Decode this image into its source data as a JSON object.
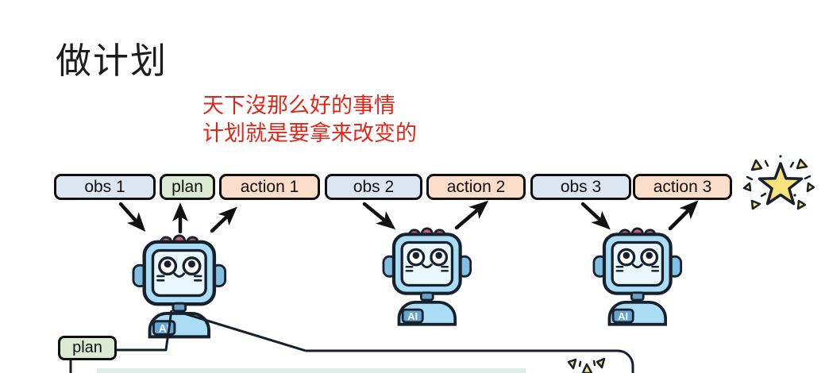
{
  "slide": {
    "title": "做计划",
    "annotation": {
      "lines": [
        "天下沒那么好的事情",
        "计划就是要拿来改变的"
      ],
      "color": "#e02619"
    }
  },
  "sequence": {
    "boxes": [
      {
        "label": "obs 1",
        "type": "obs"
      },
      {
        "label": "plan",
        "type": "plan"
      },
      {
        "label": "action 1",
        "type": "action"
      },
      {
        "label": "obs 2",
        "type": "obs"
      },
      {
        "label": "action 2",
        "type": "action"
      },
      {
        "label": "obs 3",
        "type": "obs"
      },
      {
        "label": "action 3",
        "type": "action"
      }
    ]
  },
  "robots": {
    "count": 3,
    "badge": "AI"
  },
  "callout": {
    "label": "plan"
  },
  "colors": {
    "obs_fill": "#dbe6f1",
    "plan_fill": "#daead3",
    "action_fill": "#fbddca",
    "outline": "#101010",
    "annotation_red": "#e02619",
    "robot_blue": "#abdcf5",
    "robot_face": "#eaf7fd",
    "robot_ear": "#84bfe3",
    "robot_bump": "#c2606b",
    "star_yellow": "#f8e27b"
  }
}
